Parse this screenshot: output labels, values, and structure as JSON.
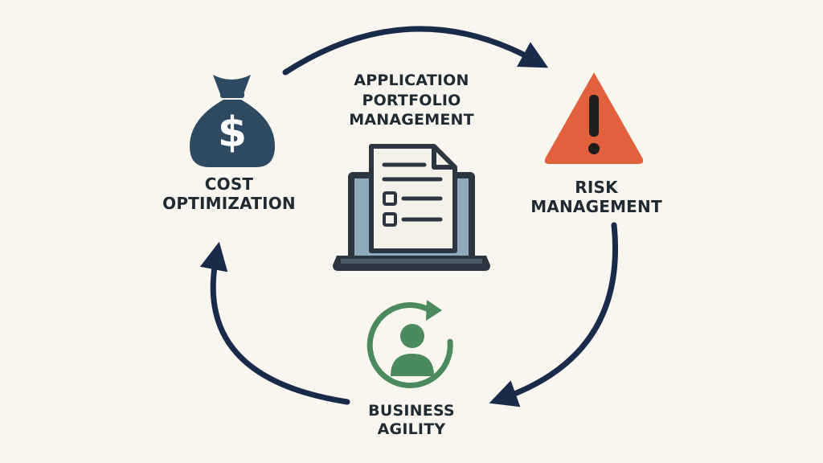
{
  "diagram": {
    "center": {
      "title_lines": [
        "APPLICATION",
        "PORTFOLIO",
        "MANAGEMENT"
      ],
      "icon": "laptop-document-icon"
    },
    "nodes": [
      {
        "id": "cost",
        "label_lines": [
          "COST",
          "OPTIMIZATION"
        ],
        "icon": "money-bag-icon",
        "color": "#2e4a63"
      },
      {
        "id": "risk",
        "label_lines": [
          "RISK",
          "MANAGEMENT"
        ],
        "icon": "warning-triangle-icon",
        "color": "#e0613c"
      },
      {
        "id": "agility",
        "label_lines": [
          "BUSINESS",
          "AGILITY"
        ],
        "icon": "person-cycle-icon",
        "color": "#4a8a5e"
      }
    ],
    "cycle": {
      "direction": "clockwise",
      "arrow_color": "#1a2a4a",
      "sequence": [
        "cost",
        "risk",
        "agility",
        "cost"
      ]
    }
  }
}
